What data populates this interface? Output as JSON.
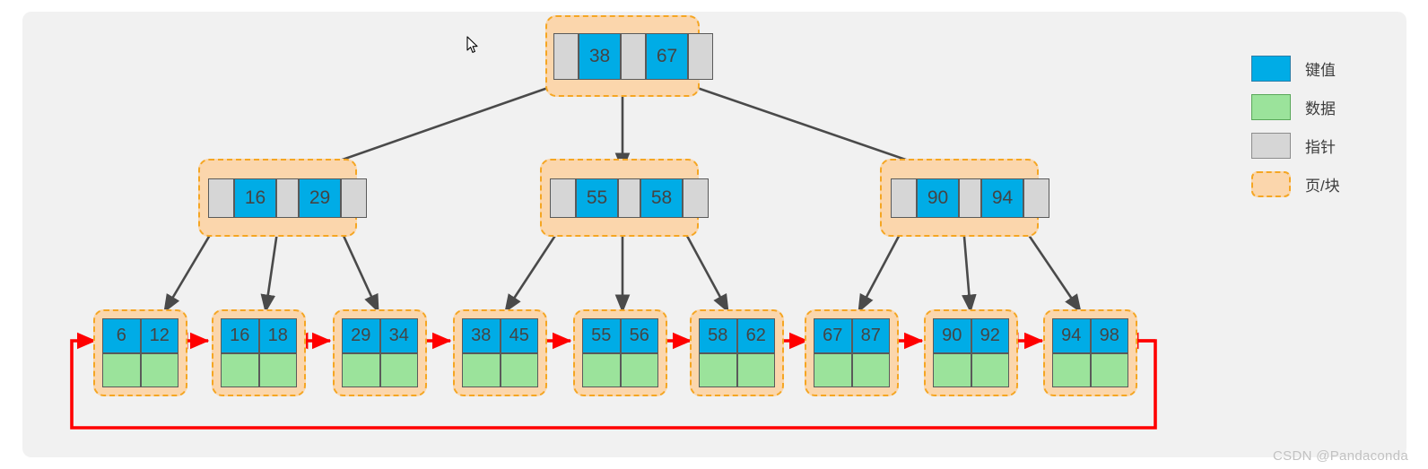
{
  "diagram": {
    "type": "b-plus-tree",
    "background": "#f1f1f1",
    "colors": {
      "key": "#00ace6",
      "data": "#9be39b",
      "pointer": "#d6d6d6",
      "page": "#fbd6ac",
      "page_border": "#f5a623",
      "tree_edge": "#4a4a4a",
      "leaf_link": "#ff0000"
    },
    "root": {
      "id": "root-node",
      "cells": [
        {
          "type": "pointer",
          "label": ""
        },
        {
          "type": "key",
          "label": "38"
        },
        {
          "type": "pointer",
          "label": ""
        },
        {
          "type": "key",
          "label": "67"
        },
        {
          "type": "pointer",
          "label": ""
        }
      ]
    },
    "internal_nodes": [
      {
        "id": "internal-node-left",
        "cells": [
          {
            "type": "pointer",
            "label": ""
          },
          {
            "type": "key",
            "label": "16"
          },
          {
            "type": "pointer",
            "label": ""
          },
          {
            "type": "key",
            "label": "29"
          },
          {
            "type": "pointer",
            "label": ""
          }
        ]
      },
      {
        "id": "internal-node-middle",
        "cells": [
          {
            "type": "pointer",
            "label": ""
          },
          {
            "type": "key",
            "label": "55"
          },
          {
            "type": "pointer",
            "label": ""
          },
          {
            "type": "key",
            "label": "58"
          },
          {
            "type": "pointer",
            "label": ""
          }
        ]
      },
      {
        "id": "internal-node-right",
        "cells": [
          {
            "type": "pointer",
            "label": ""
          },
          {
            "type": "key",
            "label": "90"
          },
          {
            "type": "pointer",
            "label": ""
          },
          {
            "type": "key",
            "label": "94"
          },
          {
            "type": "pointer",
            "label": ""
          }
        ]
      }
    ],
    "leaf_nodes": [
      {
        "id": "leaf-1",
        "keys": [
          "6",
          "12"
        ],
        "data": [
          "",
          ""
        ]
      },
      {
        "id": "leaf-2",
        "keys": [
          "16",
          "18"
        ],
        "data": [
          "",
          ""
        ]
      },
      {
        "id": "leaf-3",
        "keys": [
          "29",
          "34"
        ],
        "data": [
          "",
          ""
        ]
      },
      {
        "id": "leaf-4",
        "keys": [
          "38",
          "45"
        ],
        "data": [
          "",
          ""
        ]
      },
      {
        "id": "leaf-5",
        "keys": [
          "55",
          "56"
        ],
        "data": [
          "",
          ""
        ]
      },
      {
        "id": "leaf-6",
        "keys": [
          "58",
          "62"
        ],
        "data": [
          "",
          ""
        ]
      },
      {
        "id": "leaf-7",
        "keys": [
          "67",
          "87"
        ],
        "data": [
          "",
          ""
        ]
      },
      {
        "id": "leaf-8",
        "keys": [
          "90",
          "92"
        ],
        "data": [
          "",
          ""
        ]
      },
      {
        "id": "leaf-9",
        "keys": [
          "94",
          "98"
        ],
        "data": [
          "",
          ""
        ]
      }
    ],
    "leaf_link": {
      "style": "doubly-linked-circular",
      "color": "#ff0000"
    }
  },
  "legend": {
    "items": [
      {
        "swatch": "key",
        "label": "键值"
      },
      {
        "swatch": "data",
        "label": "数据"
      },
      {
        "swatch": "ptr",
        "label": "指针"
      },
      {
        "swatch": "page",
        "label": "页/块"
      }
    ]
  },
  "watermark": {
    "text": "CSDN @Pandaconda"
  }
}
